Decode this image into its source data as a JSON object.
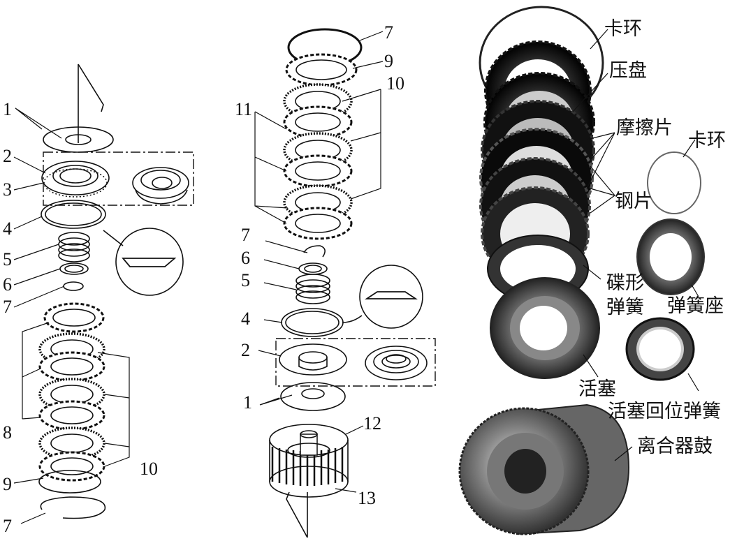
{
  "left_diagram": {
    "labels": [
      "1",
      "2",
      "3",
      "4",
      "5",
      "6",
      "7",
      "8",
      "9",
      "10",
      "7"
    ]
  },
  "middle_diagram": {
    "labels": [
      "7",
      "9",
      "10",
      "11",
      "7",
      "6",
      "5",
      "4",
      "2",
      "1",
      "12",
      "13"
    ]
  },
  "photo_callouts": {
    "snap_ring_top": "卡环",
    "pressure_plate": "压盘",
    "friction_plates": "摩擦片",
    "snap_ring_right": "卡环",
    "steel_plates": "钢片",
    "disc_spring": "碟形\n弹簧",
    "disc_spring_line1": "碟形",
    "disc_spring_line2": "弹簧",
    "spring_seat": "弹簧座",
    "piston": "活塞",
    "piston_return_spring": "活塞回位弹簧",
    "clutch_drum": "离合器鼓"
  }
}
